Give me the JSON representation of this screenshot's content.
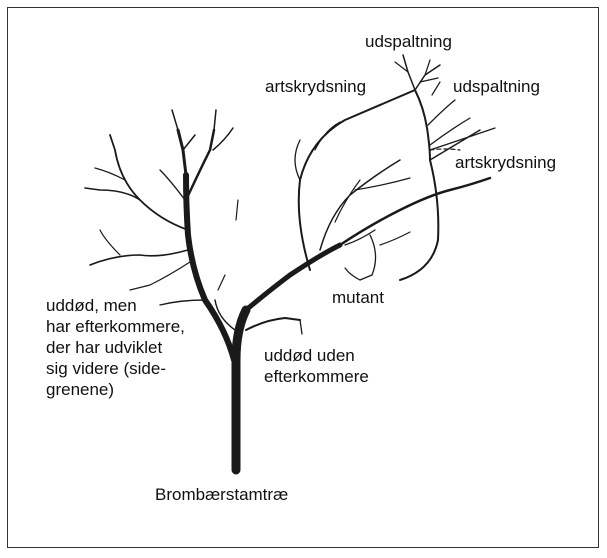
{
  "labels": {
    "udspaltning_top": "udspaltning",
    "artskrydsning_left": "artskrydsning",
    "udspaltning_right": "udspaltning",
    "artskrydsning_right": "artskrydsning",
    "mutant": "mutant",
    "extinct_descendants": [
      "uddød, men",
      "har efterkommere,",
      "der har udviklet",
      "sig videre (side-",
      "grenene)"
    ],
    "extinct_no_descendants": [
      "uddød uden",
      "efterkommere"
    ],
    "trunk": "Brombærstamtræ"
  },
  "colors": {
    "ink": "#1a1a1a",
    "frame": "#333333"
  }
}
